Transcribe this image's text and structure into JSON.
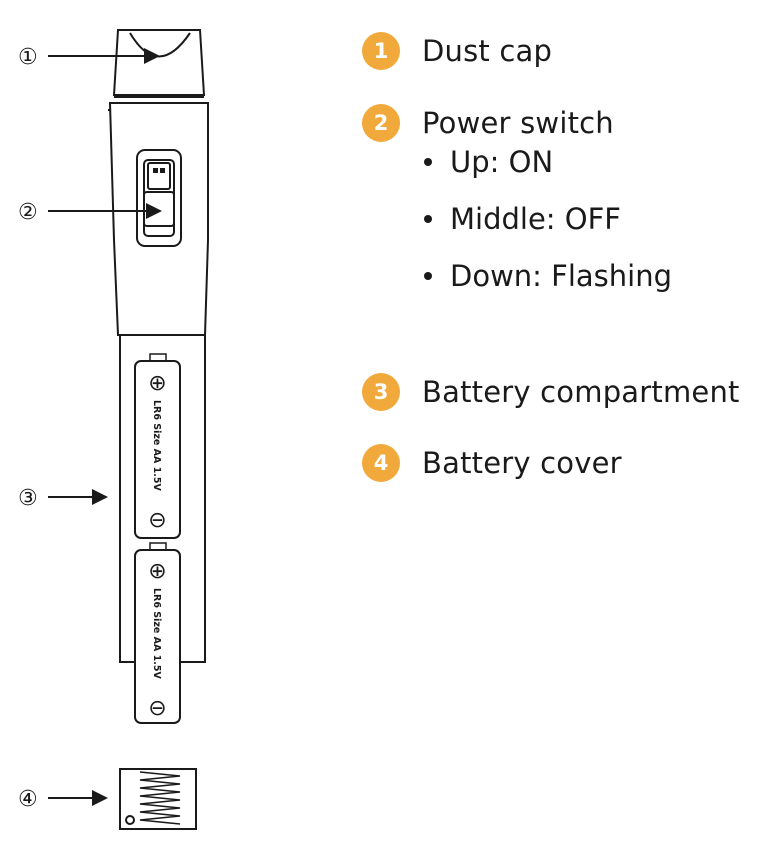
{
  "diagram": {
    "callouts": [
      "①",
      "②",
      "③",
      "④"
    ],
    "battery_text": "LR6 Size AA 1.5V",
    "battery_plus": "⊕",
    "battery_minus": "⊖"
  },
  "legend": {
    "items": [
      {
        "number": "1",
        "label": "Dust cap"
      },
      {
        "number": "2",
        "label": "Power switch",
        "sub_items": [
          "Up: ON",
          "Middle: OFF",
          "Down: Flashing"
        ]
      },
      {
        "number": "3",
        "label": "Battery compartment"
      },
      {
        "number": "4",
        "label": "Battery cover"
      }
    ]
  },
  "colors": {
    "badge": "#f2a93b",
    "ink": "#1a1a1a"
  }
}
